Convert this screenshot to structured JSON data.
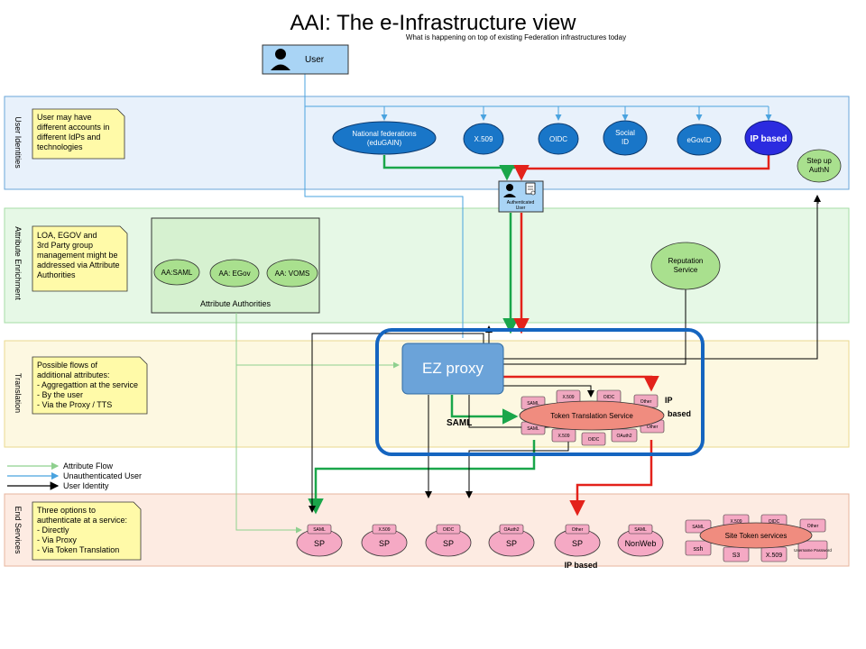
{
  "title": "AAI: The e-Infrastructure view",
  "subtitle": "What is happening on top of existing Federation infrastructures today",
  "user_label": "User",
  "bands": {
    "identities": "User Identities",
    "enrichment": "Attribute Enrichment",
    "translation": "Translation",
    "services": "End Services"
  },
  "notes": {
    "identities": [
      "User may have",
      "different accounts in",
      "different IdPs and",
      "technologies"
    ],
    "enrichment": [
      "LOA, EGOV and",
      "3rd Party group",
      "management might be",
      "addressed via Attribute",
      "Authorities"
    ],
    "translation": [
      "Possible flows of",
      "additional attributes:",
      "- Aggregattion at the service",
      "- By the user",
      "- Via the Proxy / TTS"
    ],
    "services": [
      "Three options to",
      "authenticate at a service:",
      "- Directly",
      "- Via Proxy",
      "- Via Token Translation"
    ]
  },
  "idps": {
    "national": [
      "National federations",
      "(eduGAIN)"
    ],
    "x509": "X.509",
    "oidc": "OIDC",
    "social": [
      "Social",
      "ID"
    ],
    "egovid": "eGovID",
    "ipbased": "IP based"
  },
  "stepup": [
    "Step up",
    "AuthN"
  ],
  "auth_user": [
    "Authenticated",
    "User"
  ],
  "reputation": [
    "Reputation",
    "Service"
  ],
  "attribute_authorities": {
    "label": "Attribute Authorities",
    "aa_saml": "AA:SAML",
    "aa_egov": "AA: EGov",
    "aa_voms": "AA: VOMS"
  },
  "ez_proxy": "EZ proxy",
  "saml_label": "SAML",
  "ip_based_tts": [
    "IP",
    "based"
  ],
  "tts": {
    "label": "Token Translation Service",
    "chips_top": [
      "SAML",
      "X.509",
      "OIDC",
      "Other"
    ],
    "chips_bottom": [
      "SAML",
      "X.509",
      "OIDC",
      "OAuth2",
      "Other"
    ]
  },
  "legend": {
    "attribute_flow": "Attribute Flow",
    "unauthenticated": "Unauthenticated User",
    "user_identity": "User Identity"
  },
  "services": {
    "sp_labels": [
      "SP",
      "SP",
      "SP",
      "SP",
      "SP"
    ],
    "sp_chips": [
      "SAML",
      "X.509",
      "OIDC",
      "OAuth2",
      "Other"
    ],
    "nonweb": "NonWeb",
    "nonweb_chip": "SAML",
    "site_token": "Site Token services",
    "site_chips": [
      "SAML",
      "X.509",
      "OIDC",
      "Other"
    ],
    "site_sub": [
      "ssh",
      "S3",
      "X.509",
      "Username Password"
    ],
    "ip_based": "IP based"
  },
  "colors": {
    "attribute_flow": "#8fd08f",
    "unauthenticated": "#4aa3df",
    "user_identity": "#000000",
    "green_path": "#1aa64a",
    "red_path": "#e3221b",
    "proxy_border": "#1565c0"
  }
}
